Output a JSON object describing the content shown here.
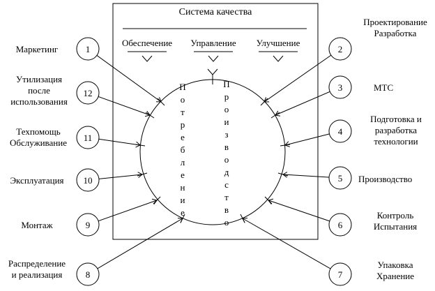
{
  "diagram": {
    "box_title": "Система качества",
    "columns": [
      {
        "label": "Обеспечение"
      },
      {
        "label": "Управление"
      },
      {
        "label": "Улучшение"
      }
    ],
    "loop": {
      "left_vertical": "Потребление",
      "right_vertical": "Производство"
    },
    "nodes": [
      {
        "num": "1",
        "label": "Маркетинг"
      },
      {
        "num": "2",
        "label": "Проектирование\nРазработка"
      },
      {
        "num": "3",
        "label": "МТС"
      },
      {
        "num": "4",
        "label": "Подготовка и\nразработка\nтехнологии"
      },
      {
        "num": "5",
        "label": "Производство"
      },
      {
        "num": "6",
        "label": "Контроль\nИспытания"
      },
      {
        "num": "7",
        "label": "Упаковка\nХранение"
      },
      {
        "num": "8",
        "label": "Распределение\nи реализация"
      },
      {
        "num": "9",
        "label": "Монтаж"
      },
      {
        "num": "10",
        "label": "Эксплуатация"
      },
      {
        "num": "11",
        "label": "Техпомощь\nОбслуживание"
      },
      {
        "num": "12",
        "label": "Утилизация\nпосле\nиспользования"
      }
    ],
    "colors": {
      "line": "#000000",
      "background": "#ffffff"
    }
  }
}
